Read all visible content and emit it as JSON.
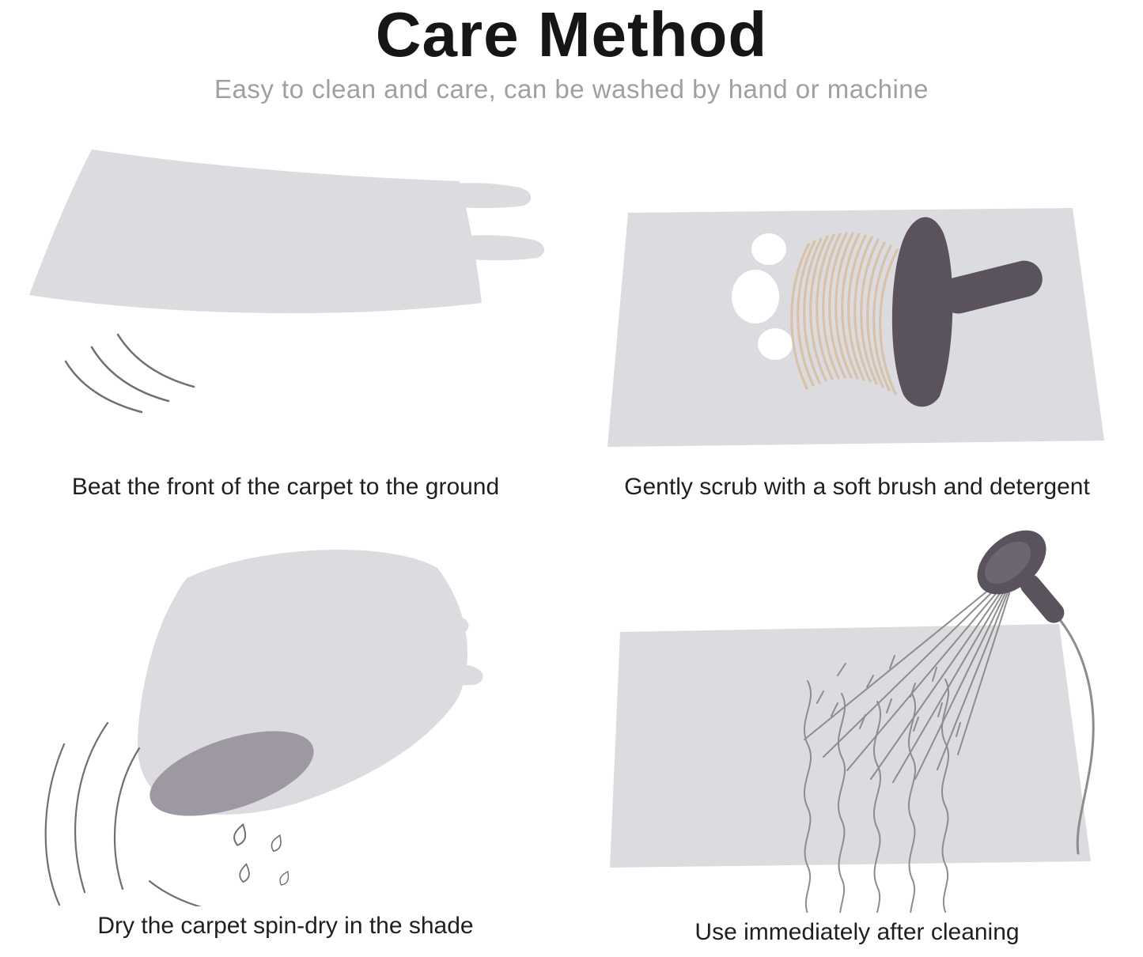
{
  "header": {
    "title": "Care Method",
    "subtitle": "Easy to clean and care, can be washed by hand or machine"
  },
  "steps": [
    {
      "caption": "Beat the front of the carpet to the ground"
    },
    {
      "caption": "Gently scrub with a soft brush and detergent"
    },
    {
      "caption": "Dry the carpet spin-dry in the shade"
    },
    {
      "caption": "Use immediately after cleaning"
    }
  ],
  "colors": {
    "background": "#ffffff",
    "title": "#161616",
    "subtitle": "#a0a0a0",
    "caption": "#1f1f1f",
    "carpet": "#dcdbe0",
    "rollEnd": "#9e98a2",
    "brush": "#5a525c",
    "brushInner": "#6d6672",
    "bristle": "#d9c2a8",
    "foam": "#ffffff",
    "line": "#6f6f6f",
    "spray": "#8d8d8d"
  }
}
